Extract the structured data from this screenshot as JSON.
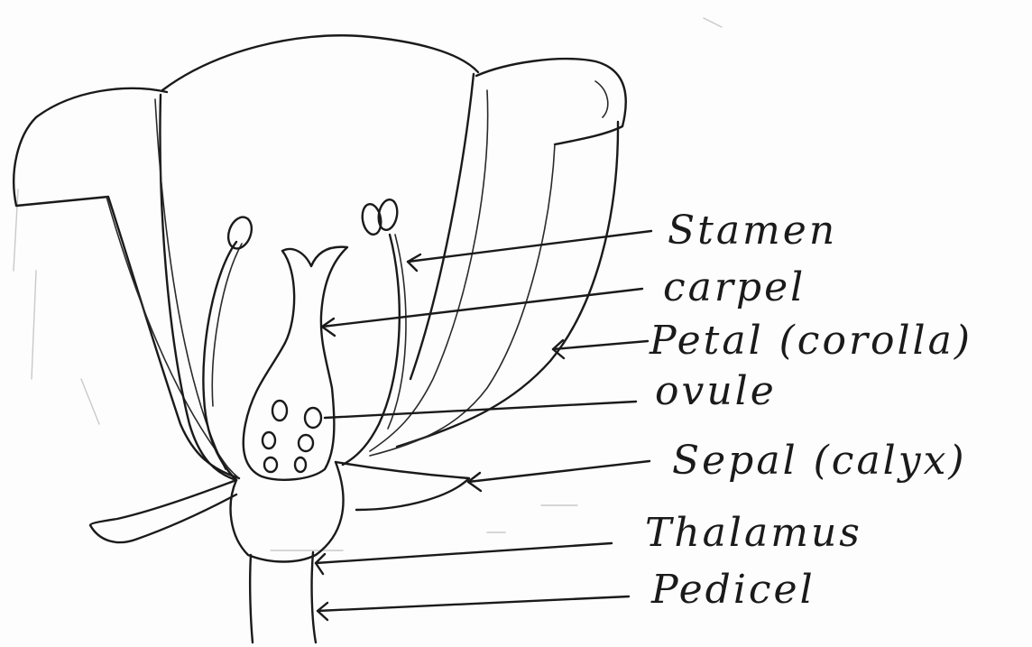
{
  "labels": {
    "stamen": "Stamen",
    "carpel": "carpel",
    "petal": "Petal (corolla)",
    "ovule": "ovule",
    "sepal": "Sepal (calyx)",
    "thalamus": "Thalamus",
    "pedicel": "Pedicel"
  },
  "colors": {
    "ink": "#1a1a1a",
    "paper": "#fdfdfd"
  }
}
